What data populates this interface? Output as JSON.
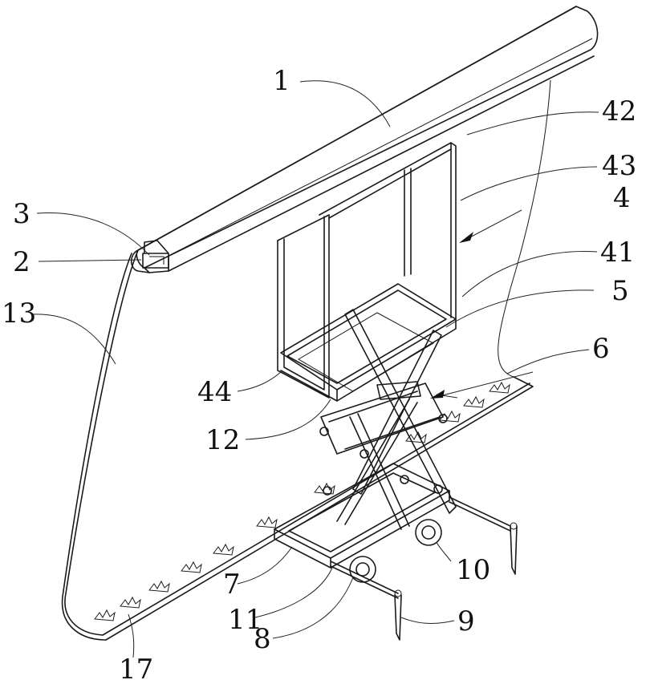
{
  "diagram": {
    "labels": [
      {
        "id": "1",
        "text": "1"
      },
      {
        "id": "42",
        "text": "42"
      },
      {
        "id": "43",
        "text": "43"
      },
      {
        "id": "3",
        "text": "3"
      },
      {
        "id": "4",
        "text": "4"
      },
      {
        "id": "2",
        "text": "2"
      },
      {
        "id": "41",
        "text": "41"
      },
      {
        "id": "13",
        "text": "13"
      },
      {
        "id": "5",
        "text": "5"
      },
      {
        "id": "6",
        "text": "6"
      },
      {
        "id": "44",
        "text": "44"
      },
      {
        "id": "12",
        "text": "12"
      },
      {
        "id": "10",
        "text": "10"
      },
      {
        "id": "7",
        "text": "7"
      },
      {
        "id": "11",
        "text": "11"
      },
      {
        "id": "9",
        "text": "9"
      },
      {
        "id": "8",
        "text": "8"
      },
      {
        "id": "17",
        "text": "17"
      }
    ]
  }
}
